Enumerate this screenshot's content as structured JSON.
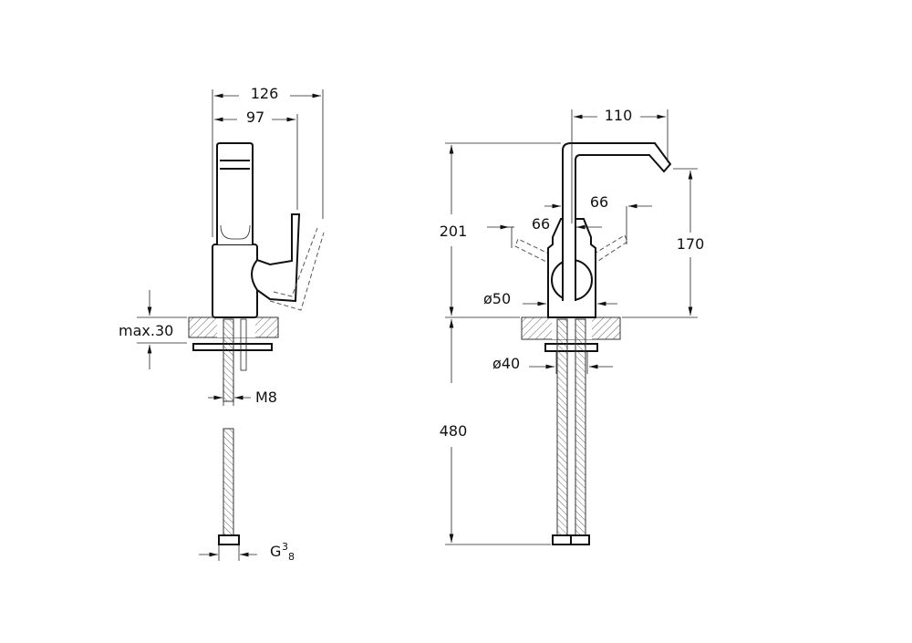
{
  "side_view": {
    "dim_overall_depth": "126",
    "dim_spout_depth": "97",
    "dim_counter_thickness": "max.30",
    "dim_thread": "M8",
    "dim_connection": "G",
    "dim_connection_num": "3",
    "dim_connection_den": "8"
  },
  "front_view": {
    "dim_spout_reach": "110",
    "dim_total_height": "201",
    "dim_spout_height": "170",
    "dim_handle_left": "66",
    "dim_handle_right": "66",
    "dim_body_diameter": "ø50",
    "dim_hole_diameter": "ø40",
    "dim_hose_length": "480"
  }
}
